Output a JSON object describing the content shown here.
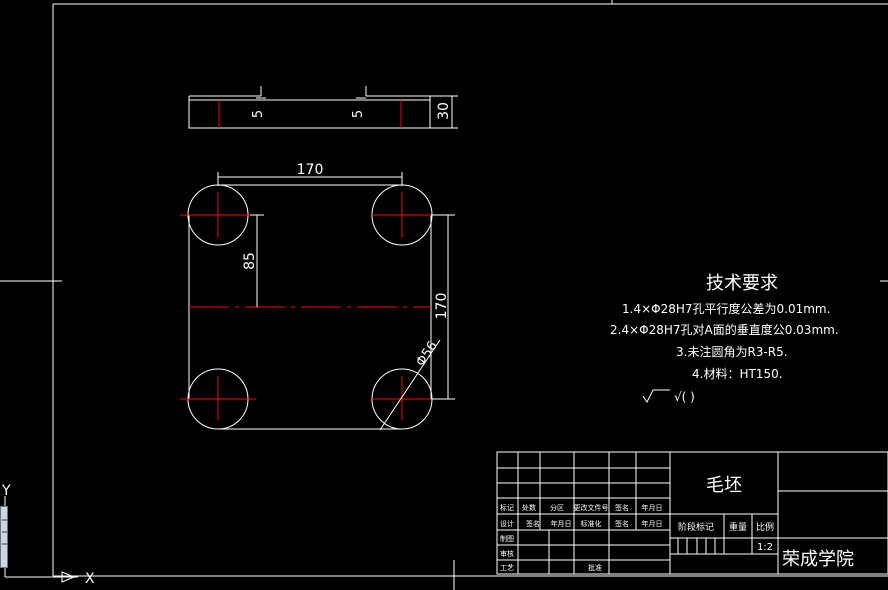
{
  "drawing": {
    "top_view_dims": {
      "left_depth": "5",
      "right_depth": "5",
      "thickness": "30"
    },
    "plan_view_dims": {
      "hole_span_x": "170",
      "hole_span_y": "85",
      "overall_y": "170",
      "hole_diameter": "Φ56"
    }
  },
  "tech_requirements": {
    "title": "技术要求",
    "items": [
      "1.4×Φ28H7孔平行度公差为0.01mm.",
      "2.4×Φ28H7孔对A面的垂直度公0.03mm.",
      "3.未注圆角为R3-R5.",
      "4.材料：HT150."
    ],
    "roughness_note": "√(  )"
  },
  "title_block": {
    "part_name": "毛坯",
    "school": "荣成学院",
    "scale": "1:2",
    "header_row1": [
      "标记",
      "处数",
      "分区",
      "更改文件号",
      "签名",
      "年月日"
    ],
    "header_row2": [
      "设计",
      "签名",
      "年月日",
      "标准化",
      "签名",
      "年月日"
    ],
    "left_labels": [
      "制图",
      "审核",
      "工艺"
    ],
    "approve_label": "批准",
    "stage_label": "阶段标记",
    "weight_label": "重量",
    "scale_label": "比例"
  },
  "ucs": {
    "x_label": "X",
    "y_label": "Y"
  },
  "colors": {
    "line": "#ffffff",
    "center": "#ff0000",
    "bg": "#000000"
  }
}
